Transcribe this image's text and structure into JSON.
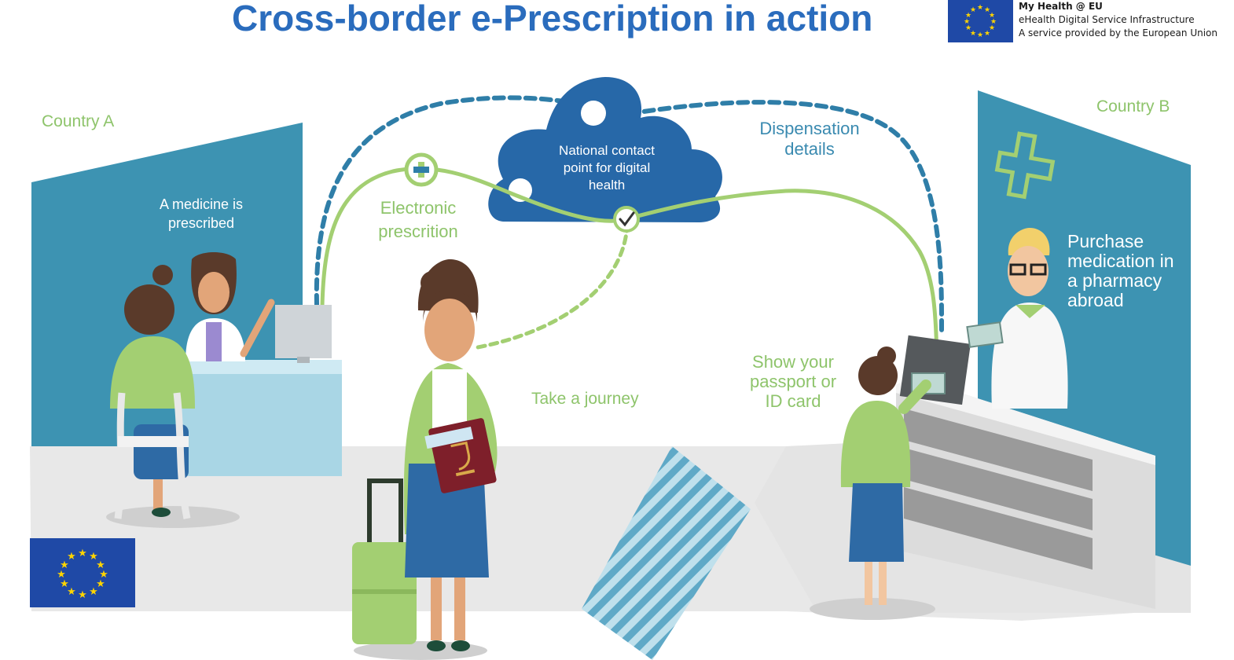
{
  "header": {
    "title": "Cross-border e-Prescription in action",
    "brand_name": "My Health @ EU",
    "brand_line1": "eHealth Digital Service Infrastructure",
    "brand_line2": "A service provided by the European Union"
  },
  "labels": {
    "country_a": "Country A",
    "country_b": "Country B",
    "prescribed_1": "A medicine is",
    "prescribed_2": "prescribed",
    "electronic_1": "Electronic",
    "electronic_2": "prescrition",
    "ncp_1": "National contact",
    "ncp_2": "point for digital",
    "ncp_3": "health",
    "dispensation_1": "Dispensation",
    "dispensation_2": "details",
    "journey": "Take a journey",
    "passport_1": "Show your",
    "passport_2": "passport or",
    "passport_3": "ID card",
    "purchase_1": "Purchase",
    "purchase_2": "medication in",
    "purchase_3": "a pharmacy",
    "purchase_4": "abroad"
  },
  "colors": {
    "title_blue": "#2a6cbd",
    "panel_teal": "#3d93b2",
    "cloud_blue": "#2768a8",
    "green": "#a3cf72",
    "label_green": "#8ec46b",
    "label_blue": "#3a8ab0",
    "eu_blue": "#1f49a6",
    "eu_star": "#ffd400"
  },
  "icons": [
    "eu-flag-icon",
    "pharmacy-cross-icon",
    "checkmark-icon",
    "medical-plus-icon",
    "passport-icon",
    "suitcase-icon"
  ]
}
